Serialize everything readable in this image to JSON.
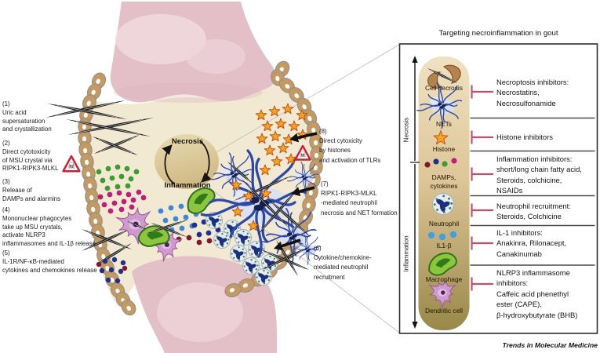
{
  "figure": {
    "cycle": {
      "top": "Necrosis",
      "bottom": "Inflammation"
    },
    "annotations": {
      "n1": "(1)\nUric acid\nsupersaturation\nand crystallization",
      "n2": "(2)\nDirect cytotoxicity\nof MSU crystal via\nRIPK1-RIPK3-MLKL",
      "n3": "(3)\nRelease of\nDAMPs and alarmins",
      "n4": "(4)\nMononuclear phagocytes\ntake up MSU crystals,\nactivate NLRP3\ninflammasomes and IL-1β release",
      "n5": "(5)\nIL-1R/NF-κB-mediated\ncytokines and chemokines release",
      "n6": "(6)\nCytokine/chemokine-\nmediated neutrophil\nrecruitment",
      "n7": "(7)\nRIPK1-RIPK3-MLKL\n-mediated neutrophil\nnecrosis and NET formation",
      "n8": "(8)\nDirect cytoxicity\nby histones\nand activation of TLRs"
    }
  },
  "panel": {
    "title": "Targeting necroinflammation in gout",
    "axis_necrosis": "Necrosis",
    "axis_inflammation": "Inflammation",
    "cascade": [
      {
        "id": "cell-necrosis",
        "label": "Cell necrosis"
      },
      {
        "id": "nets",
        "label": "NETs"
      },
      {
        "id": "histone",
        "label": "Histone"
      },
      {
        "id": "damps",
        "label": "DAMPs,\ncytokines"
      },
      {
        "id": "neutrophil",
        "label": "Neutrophil"
      },
      {
        "id": "il1b",
        "label": "IL1-β"
      },
      {
        "id": "macrophage",
        "label": "Macrophage"
      },
      {
        "id": "dendritic-cell",
        "label": "Dendritic cell"
      }
    ],
    "inhibitors": [
      {
        "text": "Necroptosis inhibitors:\nNecrostatins,\nNecrosulfonamide"
      },
      {
        "text": "Histone inhibitors"
      },
      {
        "text": "Inflammation inhibitors:\nshort/long chain fatty acid,\nSteroids, colchicine,\nNSAIDs"
      },
      {
        "text": "Neutrophil recruitment:\nSteroids, Colchicine"
      },
      {
        "text": "IL-1 inhibitors:\nAnakinra, Rilonacept,\nCanakinumab"
      },
      {
        "text": "NLRP3 inflammasome\ninhibitors:\nCaffeic acid phenethyl\nester (CAPE),\nβ-hydroxybutyrate (BHB)"
      }
    ]
  },
  "footer": {
    "journal": "Trends in Molecular Medicine"
  },
  "colors": {
    "bone_pink": "#e3c0c8",
    "bone_highlight": "#f2dde2",
    "joint_space": "#f1e9d1",
    "synovial_cell": "#c49a63",
    "crystal": "#1a1a1a",
    "net_blue": "#2c49a6",
    "star_orange": "#f5a51d",
    "star_edge": "#c2521a",
    "neutrophil_body": "#e6ebf8",
    "dendritic_purple": "#cd9bcd",
    "macrophage_green": "#8cc63e",
    "dot_green": "#3f9b2f",
    "dot_magenta": "#bf1d7e",
    "dot_blue": "#3e86d8",
    "dot_navy": "#222e8c",
    "dot_darkred": "#7e1830",
    "dot_lightblue": "#3fa0e0",
    "inhibitor_pink": "#c34f6e",
    "warning_red": "#cf1f2f"
  }
}
